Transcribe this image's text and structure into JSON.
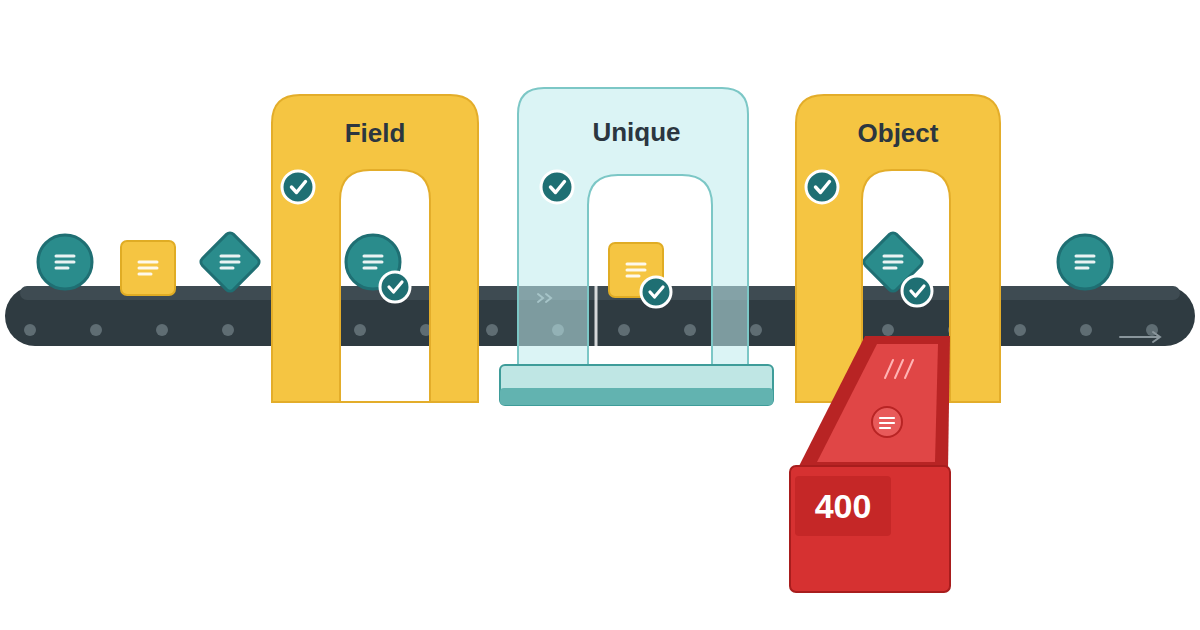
{
  "diagram": {
    "nodes": [
      {
        "text": [
          "Field"
        ]
      },
      {
        "text": [
          "Unique"
        ]
      },
      {
        "text": [
          "Object"
        ]
      },
      {
        "text": [
          "400"
        ]
      }
    ]
  }
}
